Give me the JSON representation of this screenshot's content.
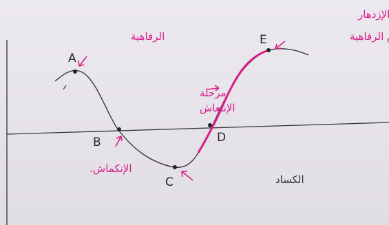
{
  "colors": {
    "paper": "#e8e5eb",
    "ink": "#333333",
    "highlight": "#d81d8a"
  },
  "points": {
    "A": "A",
    "B": "B",
    "C": "C",
    "D": "D",
    "E": "E"
  },
  "annotations": {
    "peak_left": "الرفاهية",
    "recession": "الإنكماش.",
    "depression": "الكساد",
    "recovery_line1": "مرحلة",
    "recovery_line2": "الإنتعاش",
    "prosperity_line1": "الرخاء او الإزدهار",
    "prosperity_line2": "ام الرفاهية"
  }
}
